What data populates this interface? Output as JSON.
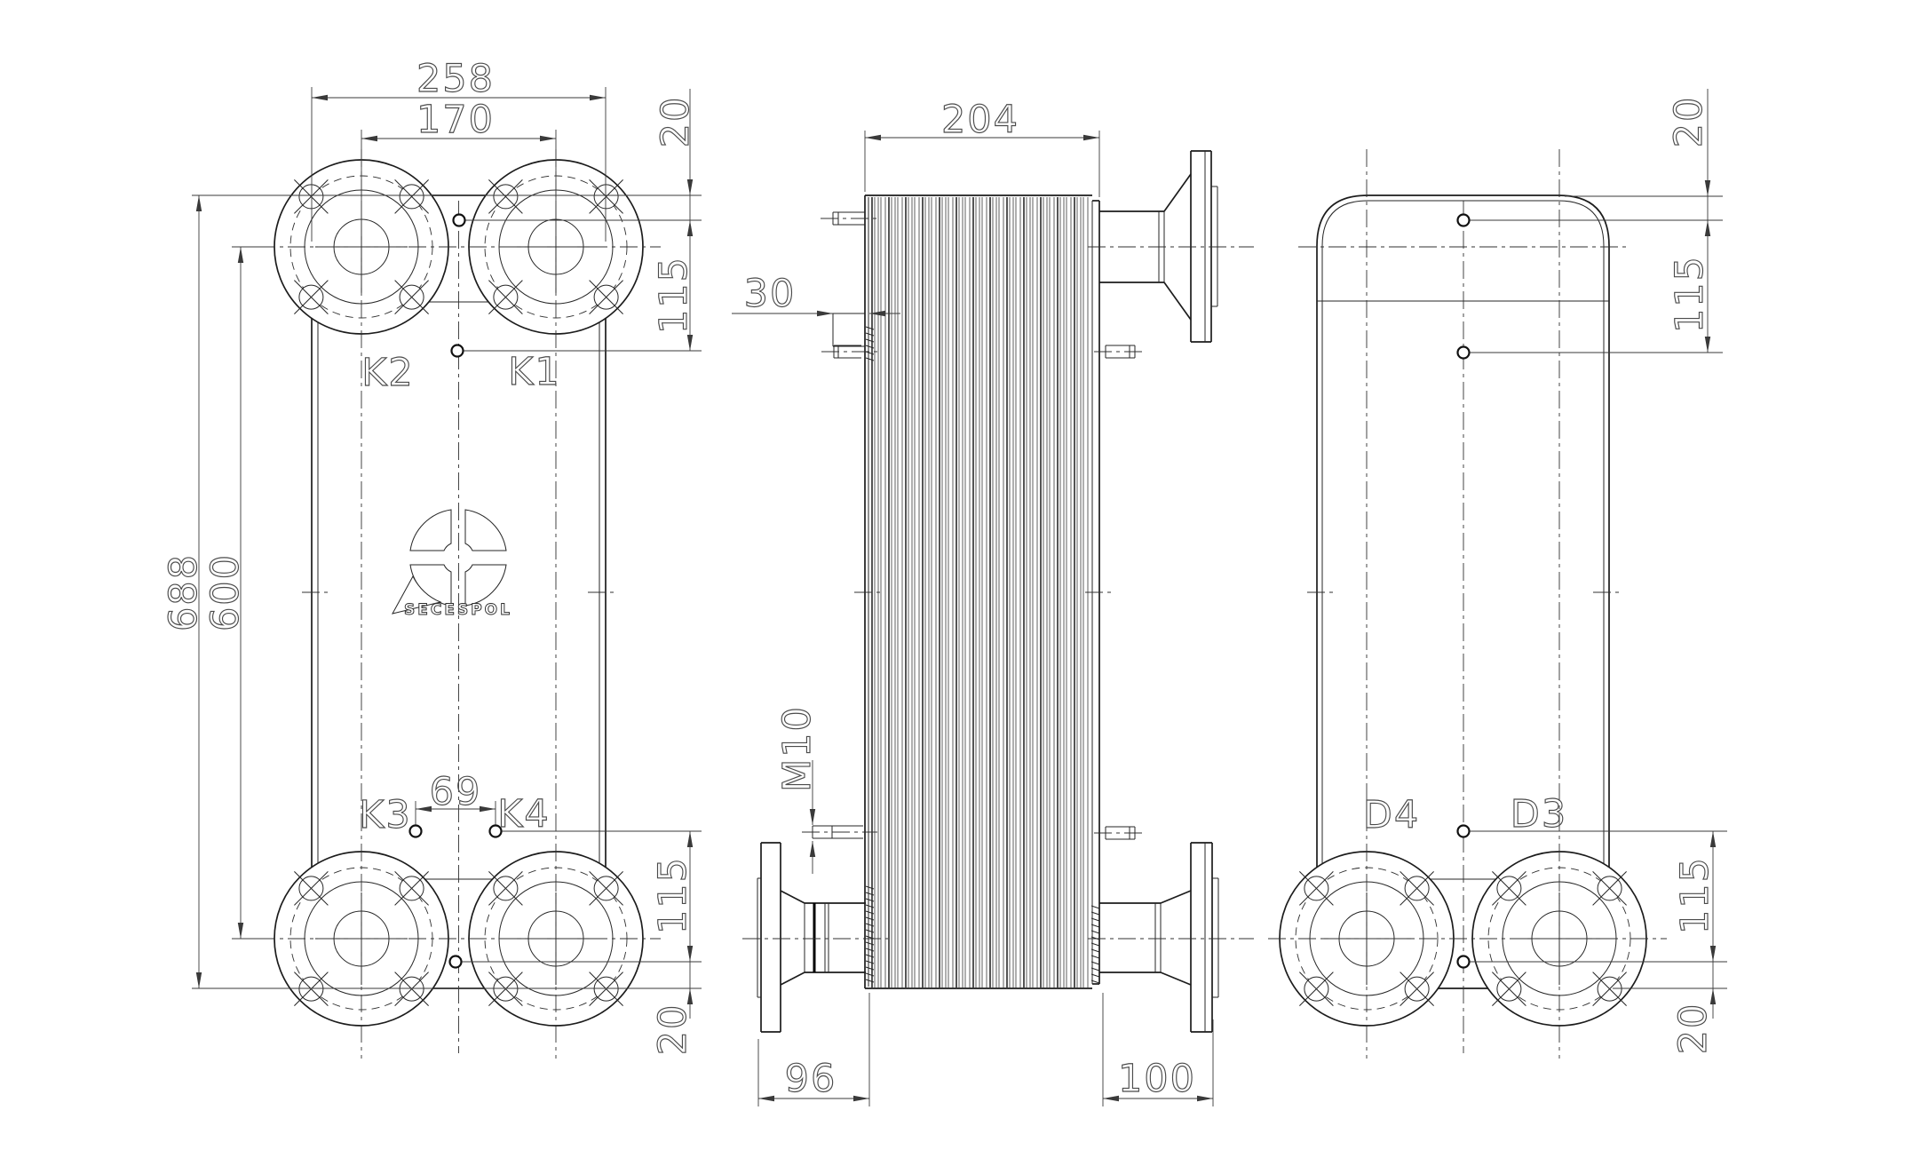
{
  "brand": {
    "logo_text": "SECESPOL"
  },
  "front_view": {
    "ports": {
      "k1": "K1",
      "k2": "K2",
      "k3": "K3",
      "k4": "K4"
    },
    "dims": {
      "overall_width": "258",
      "port_spacing_horizontal": "170",
      "top_edge_to_upper_hole": "20",
      "upper_hole_spacing": "115",
      "overall_height": "688",
      "port_centers_vertical": "600",
      "lower_hole_pair_spacing": "69",
      "lower_hole_spacing": "115",
      "bottom_edge_to_lower_hole": "20"
    }
  },
  "side_view": {
    "dims": {
      "plate_pack_depth": "204",
      "stud_offset": "30",
      "stud_thread": "M10",
      "rear_connection_length": "96",
      "front_connection_length": "100"
    }
  },
  "back_view": {
    "ports": {
      "d3": "D3",
      "d4": "D4"
    },
    "dims": {
      "top_edge_to_upper_hole": "20",
      "upper_hole_spacing": "115",
      "lower_hole_spacing": "115",
      "bottom_edge_to_lower_hole": "20"
    }
  }
}
